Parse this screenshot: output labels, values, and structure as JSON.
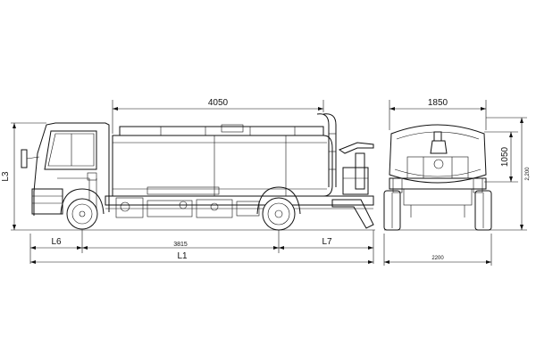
{
  "drawing": {
    "side_view": {
      "tank_length": "4050",
      "height_label": "L3",
      "front_overhang_label": "L6",
      "wheelbase": "3815",
      "rear_overhang_label": "L7",
      "overall_length_label": "L1"
    },
    "rear_view": {
      "tank_width": "1850",
      "tank_height": "1050",
      "overall_width": "2200",
      "overall_height": "2,200"
    }
  }
}
